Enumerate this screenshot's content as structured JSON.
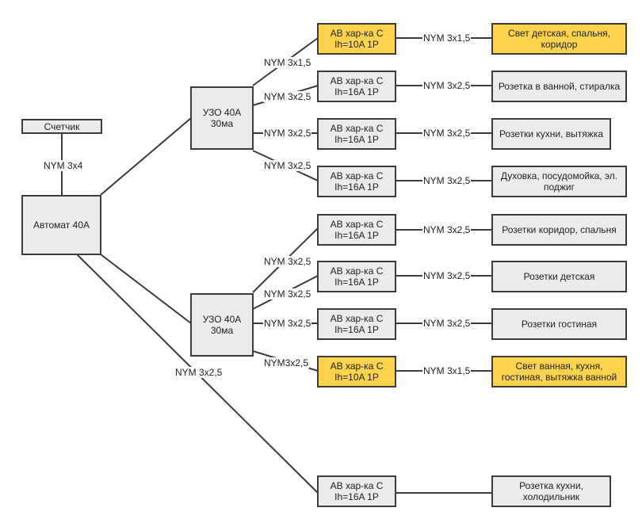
{
  "nodes": {
    "meter": "Счетчик",
    "main_breaker": "Автомат 40А",
    "rcd_top": "УЗО 40А\n30ма",
    "rcd_bottom": "УЗО 40А\n30ма",
    "breaker_1": "АВ хар-ка С\nIh=10A 1P",
    "breaker_2": "АВ хар-ка С\nIh=16A 1P",
    "breaker_3": "АВ хар-ка С\nIh=16A 1P",
    "breaker_4": "АВ хар-ка С\nIh=16A 1P",
    "breaker_5": "АВ хар-ка С\nIh=16A 1P",
    "breaker_6": "АВ хар-ка С\nIh=16A 1P",
    "breaker_7": "АВ хар-ка С\nIh=16A 1P",
    "breaker_8": "АВ хар-ка С\nIh=10A 1P",
    "breaker_9": "АВ хар-ка С\nIh=16A 1P",
    "load_1": "Свет детская, спальня,\nкоридор",
    "load_2": "Розетка в ванной, стиралка",
    "load_3": "Розетки кухни, вытяжка",
    "load_4": "Духовка, посудомойка, эл.\nподжиг",
    "load_5": "Розетки коридор, спальня",
    "load_6": "Розетки детская",
    "load_7": "Розетки гостиная",
    "load_8": "Свет ванная, кухня,\nгостиная, вытяжка ванной",
    "load_9": "Розетка кухни,\nхолодильник"
  },
  "cables": {
    "meter_main": "NYM 3x4",
    "rcd_top_b1": "NYM 3x1,5",
    "rcd_top_b2": "NYM 3x2,5",
    "rcd_top_b3": "NYM 3x2,5",
    "rcd_top_b4": "NYM 3x2,5",
    "rcd_bot_b5": "NYM 3x2,5",
    "rcd_bot_b6": "NYM 3x2,5",
    "rcd_bot_b7": "NYM 3x2,5",
    "rcd_bot_b8": "NYM3x2,5",
    "main_b9": "NYM 3x2,5",
    "b1_l1": "NYM 3x1,5",
    "b2_l2": "NYM 3x2,5",
    "b3_l3": "NYM 3x2,5",
    "b4_l4": "NYM 3x2,5",
    "b5_l5": "NYM 3x2,5",
    "b6_l6": "NYM 3x2,5",
    "b7_l7": "NYM 3x2,5",
    "b8_l8": "NYM 3x1,5"
  },
  "colors": {
    "line": "#3c3c3c",
    "box_fill": "#ebebeb",
    "highlight_fill": "#fdd34e"
  }
}
